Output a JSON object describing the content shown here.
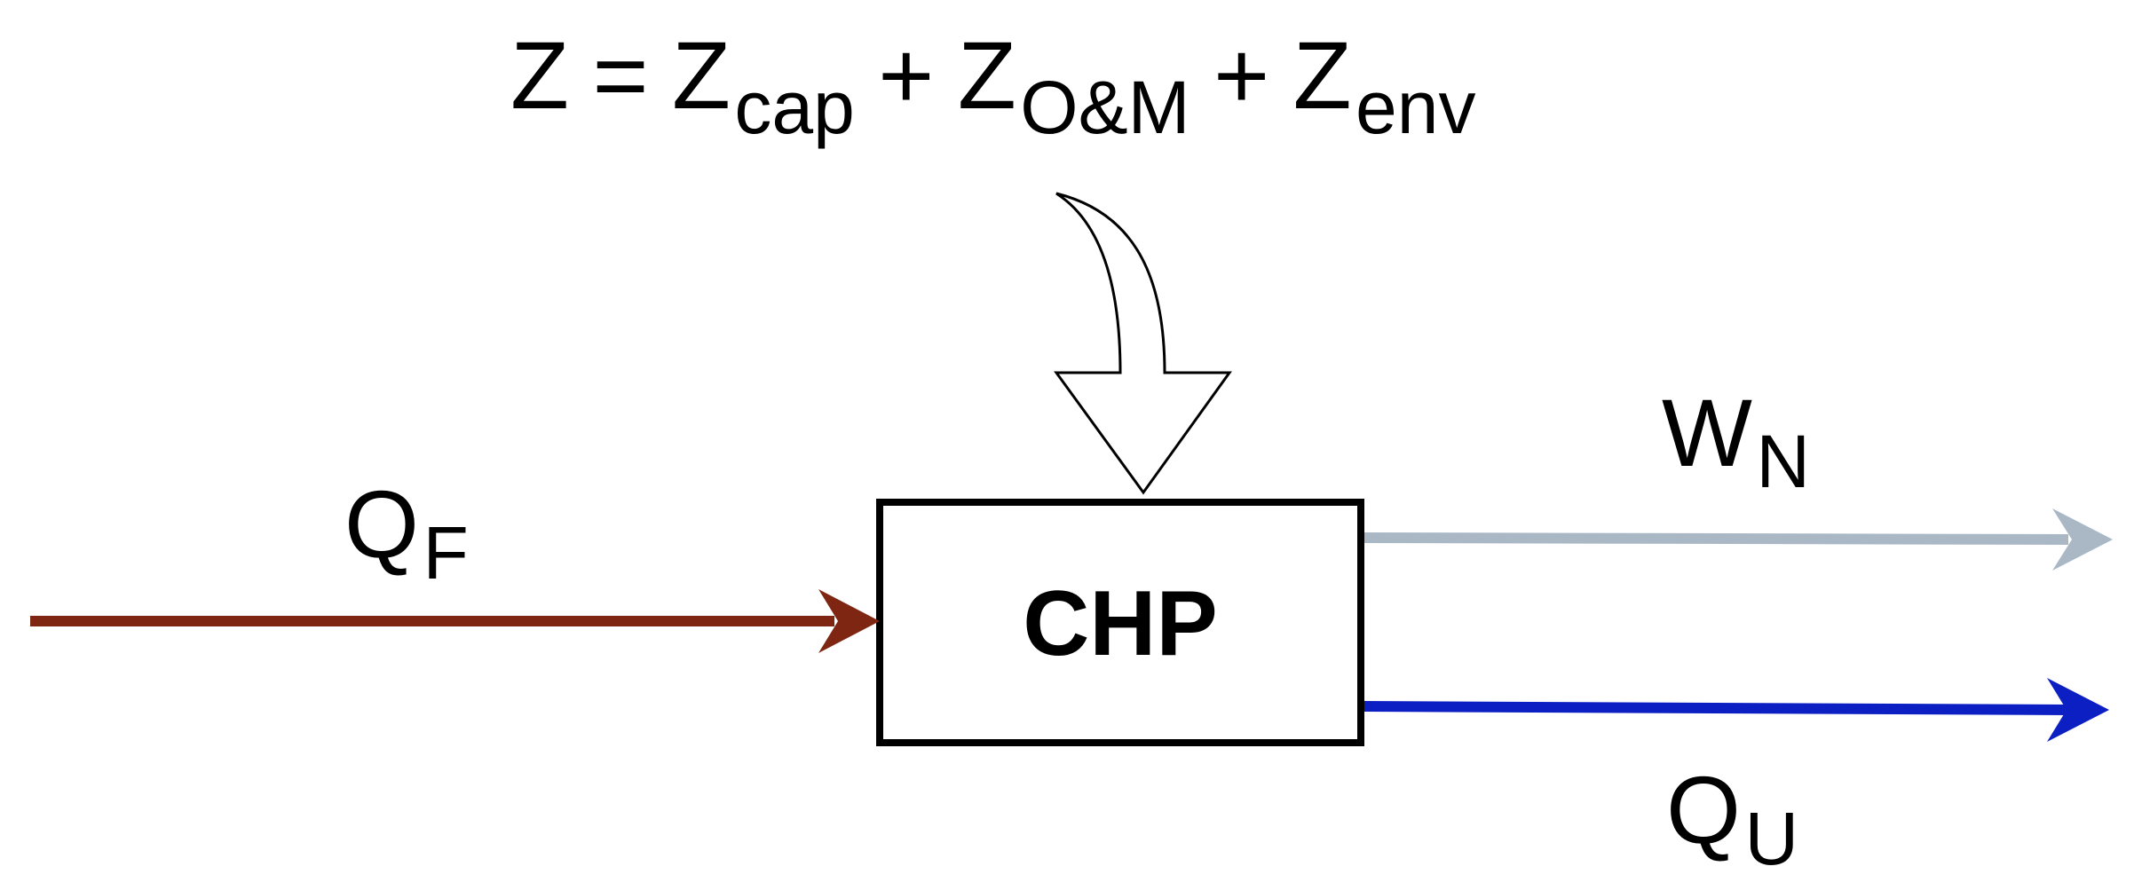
{
  "equation": {
    "lhs": "Z",
    "equals": "=",
    "plus": "+",
    "terms": [
      {
        "base": "Z",
        "sub": "cap"
      },
      {
        "base": "Z",
        "sub": "O&M"
      },
      {
        "base": "Z",
        "sub": "env"
      }
    ]
  },
  "box": {
    "label": "CHP"
  },
  "inputs": [
    {
      "base": "Q",
      "sub": "F",
      "color": "#7e2611"
    }
  ],
  "outputs": [
    {
      "base": "W",
      "sub": "N",
      "color": "#aab8c6"
    },
    {
      "base": "Q",
      "sub": "U",
      "color": "#0b1fc2"
    }
  ],
  "cost_arrow": {
    "fill": "#ffffff",
    "stroke": "#000000"
  }
}
